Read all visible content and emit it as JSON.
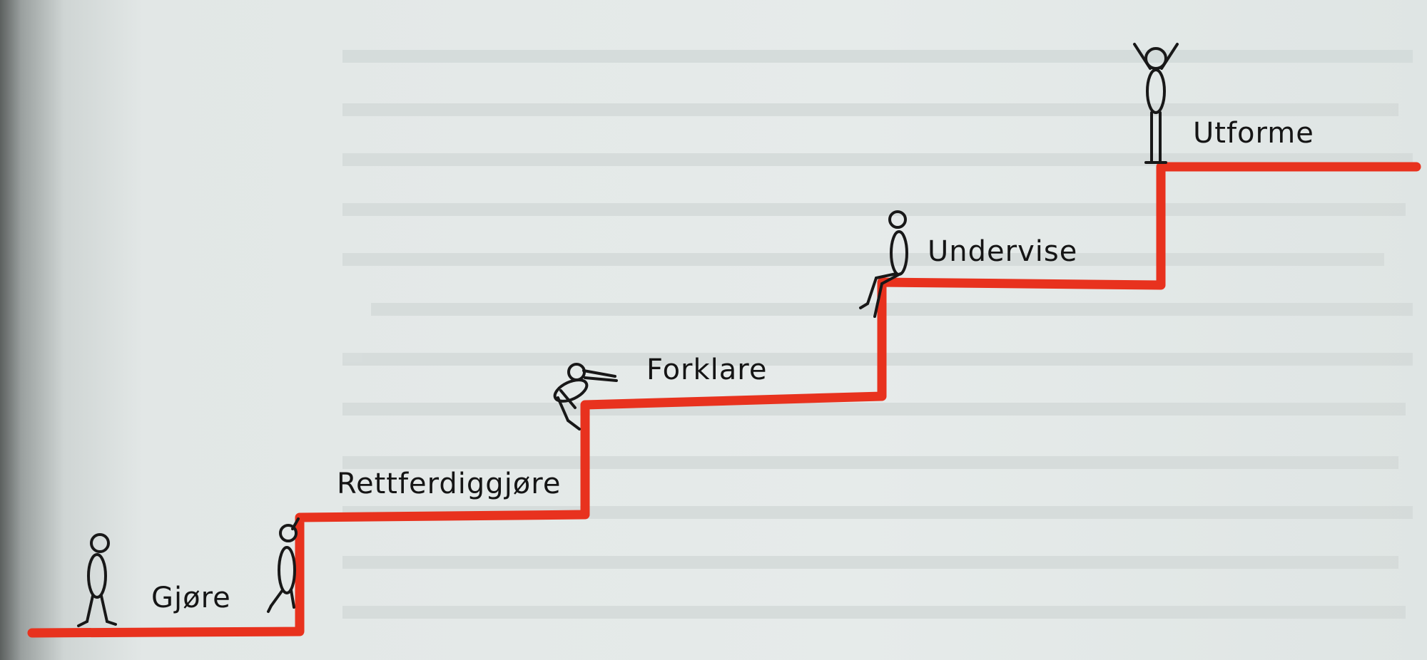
{
  "staircase": {
    "line_color": "#e8321e",
    "steps": [
      {
        "label": "Gjøre"
      },
      {
        "label": "Rettferdiggjøre"
      },
      {
        "label": "Forklare"
      },
      {
        "label": "Undervise"
      },
      {
        "label": "Utforme"
      }
    ]
  }
}
